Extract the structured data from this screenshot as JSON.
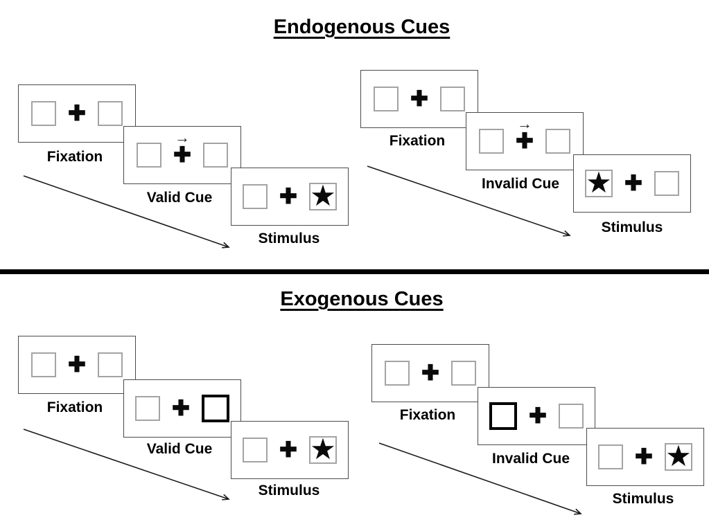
{
  "icons": {
    "plus_glyph": "✚",
    "star_glyph": "★",
    "cue_arrow_glyph": "→"
  },
  "colors": {
    "background": "#ffffff",
    "panel_border": "#4a4a4a",
    "square_border": "#a3a3a3",
    "thick_cue_border": "#000000",
    "divider": "#000000",
    "text": "#000000"
  },
  "sections": [
    {
      "title": "Endogenous Cues",
      "groups": [
        {
          "name": "valid-trial",
          "panels": [
            {
              "label": "Fixation",
              "left_box": "empty",
              "center": "plus",
              "right_box": "empty"
            },
            {
              "label": "Valid Cue",
              "left_box": "empty",
              "center": "plus-with-right-arrow",
              "right_box": "empty"
            },
            {
              "label": "Stimulus",
              "left_box": "empty",
              "center": "plus",
              "right_box": "star"
            }
          ]
        },
        {
          "name": "invalid-trial",
          "panels": [
            {
              "label": "Fixation",
              "left_box": "empty",
              "center": "plus",
              "right_box": "empty"
            },
            {
              "label": "Invalid Cue",
              "left_box": "empty",
              "center": "plus-with-right-arrow",
              "right_box": "empty"
            },
            {
              "label": "Stimulus",
              "left_box": "star",
              "center": "plus",
              "right_box": "empty"
            }
          ]
        }
      ]
    },
    {
      "title": "Exogenous Cues",
      "groups": [
        {
          "name": "valid-trial",
          "panels": [
            {
              "label": "Fixation",
              "left_box": "empty",
              "center": "plus",
              "right_box": "empty"
            },
            {
              "label": "Valid Cue",
              "left_box": "empty",
              "center": "plus",
              "right_box": "thick-outline"
            },
            {
              "label": "Stimulus",
              "left_box": "empty",
              "center": "plus",
              "right_box": "star"
            }
          ]
        },
        {
          "name": "invalid-trial",
          "panels": [
            {
              "label": "Fixation",
              "left_box": "empty",
              "center": "plus",
              "right_box": "empty"
            },
            {
              "label": "Invalid Cue",
              "left_box": "thick-outline",
              "center": "plus",
              "right_box": "empty"
            },
            {
              "label": "Stimulus",
              "left_box": "empty",
              "center": "plus",
              "right_box": "star"
            }
          ]
        }
      ]
    }
  ]
}
